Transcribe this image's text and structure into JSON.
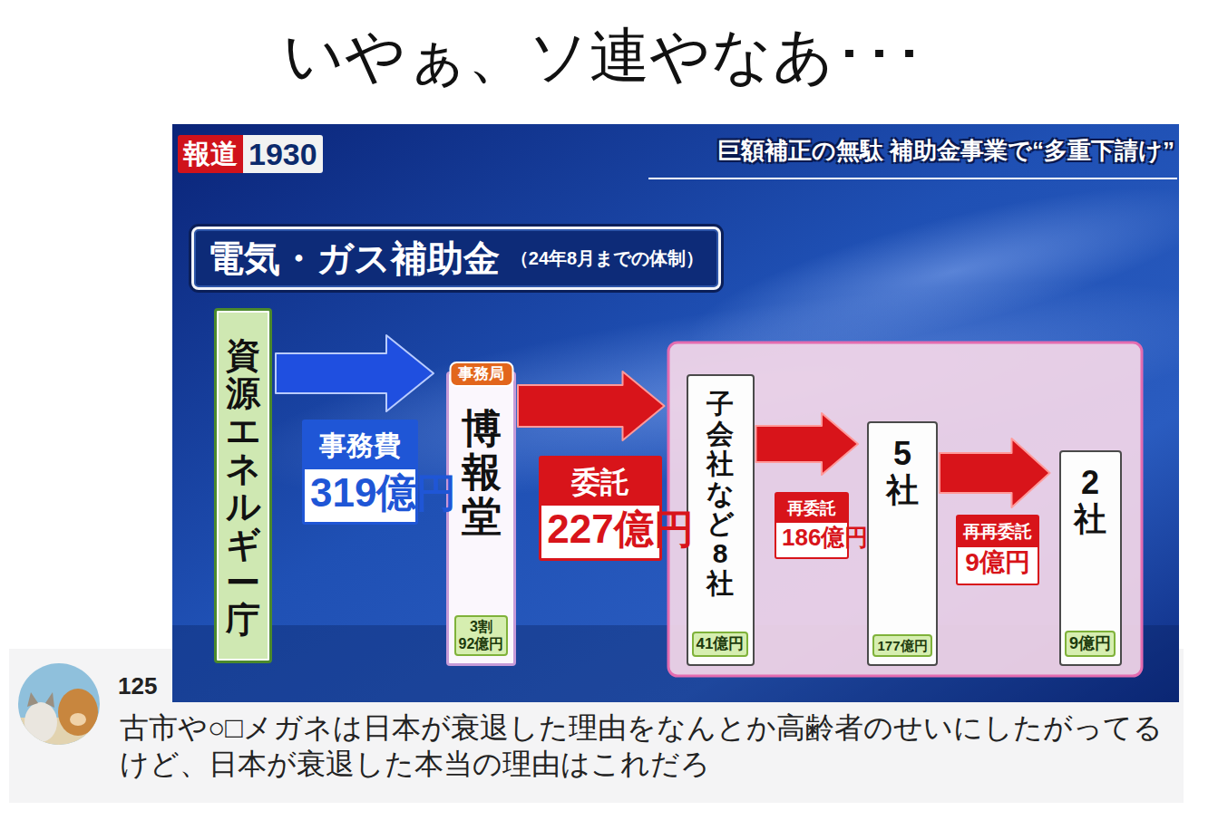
{
  "diagram": {
    "title": "いやぁ、ソ連やなあ･･･",
    "nodes": [
      {
        "text": [
          "電気・ガス補助金",
          "（24年8月までの体制）"
        ]
      },
      {
        "text": [
          "資源エネルギー庁"
        ]
      },
      {
        "text": [
          "事務局",
          "博報堂",
          "3割 92億円"
        ]
      },
      {
        "text": [
          "子会社など8社",
          "41億円"
        ]
      },
      {
        "text": [
          "5社",
          "177億円"
        ]
      },
      {
        "text": [
          "2社",
          "9億円"
        ]
      }
    ],
    "edges": [
      {
        "from": 1,
        "to": 2,
        "arrow": "to",
        "label": "事務費 319億円"
      },
      {
        "from": 2,
        "to": 3,
        "arrow": "to",
        "label": "委託 227億円"
      },
      {
        "from": 3,
        "to": 4,
        "arrow": "to",
        "label": "再委託 186億円"
      },
      {
        "from": 4,
        "to": 5,
        "arrow": "to",
        "label": "再再委託 9億円"
      }
    ],
    "labels": [
      "報道",
      "1930",
      "巨額補正の無駄 補助金事業で“多重下請け”",
      "125",
      "古市や○□メガネは日本が衰退した理由をなんとか高齢者のせいにしたがってるけど、日本が衰退した本当の理由はこれだろ"
    ]
  }
}
